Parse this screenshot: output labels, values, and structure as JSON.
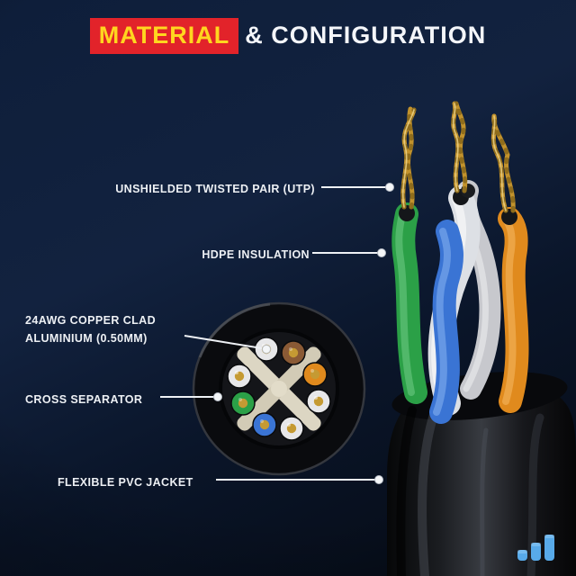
{
  "title": {
    "highlight": "MATERIAL",
    "rest": "& CONFIGURATION"
  },
  "labels": {
    "utp": {
      "text": "UNSHIELDED TWISTED PAIR (UTP)"
    },
    "hdpe": {
      "text": "HDPE INSULATION"
    },
    "copper": {
      "line1": "24AWG COPPER CLAD",
      "line2": "ALUMINIUM (0.50MM)"
    },
    "cross": {
      "text": "CROSS SEPARATOR"
    },
    "pvc": {
      "text": "FLEXIBLE PVC JACKET"
    }
  },
  "colors": {
    "background_top": "#0e1e3a",
    "background_bottom": "#050a13",
    "title_badge_bg": "#e2232a",
    "title_highlight_text": "#ffd61f",
    "title_rest_text": "#f4f6fa",
    "label_text": "#edf0f4",
    "callout_line": "#eef1f5",
    "wire_green": "#2ba047",
    "wire_blue": "#3a74d4",
    "wire_orange": "#e08a1d",
    "wire_brown": "#8a5a35",
    "wire_white": "#e7e7e9",
    "copper": "#c2922c",
    "cross_separator": "#dcd6c3",
    "pvc_jacket": "#1b1d21",
    "logo_blue": "#58aae9"
  },
  "diagram": {
    "cross_section_pairs": [
      [
        "white",
        "brown"
      ],
      [
        "white",
        "green"
      ],
      [
        "orange",
        "white"
      ],
      [
        "blue",
        "white"
      ]
    ]
  }
}
